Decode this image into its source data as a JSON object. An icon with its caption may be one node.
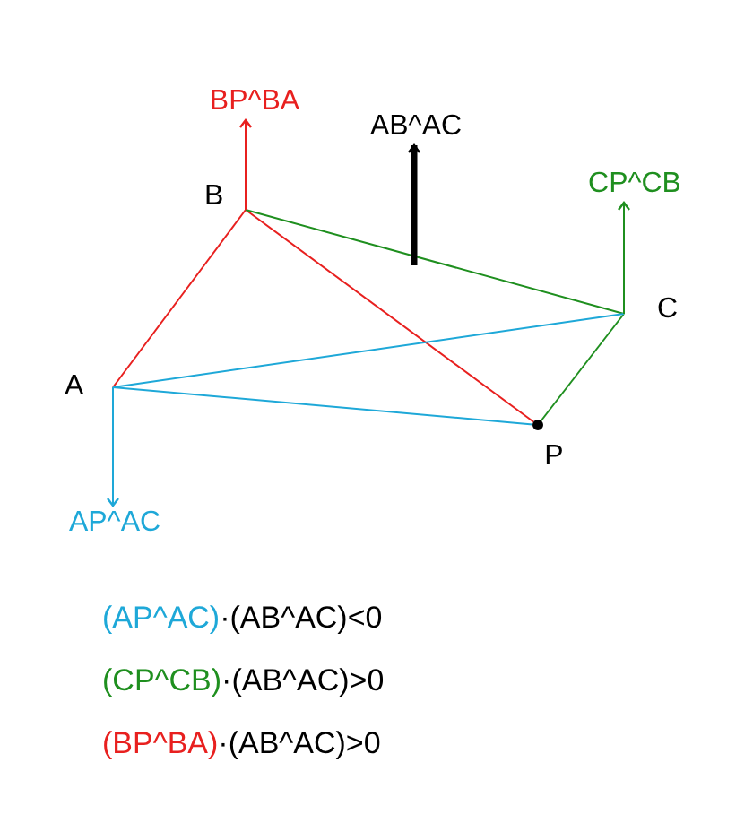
{
  "diagram": {
    "nodes": [
      {
        "text": [
          "A"
        ]
      },
      {
        "text": [
          "B"
        ]
      },
      {
        "text": [
          "C"
        ]
      },
      {
        "text": [],
        "shape": "dot",
        "beside": [
          "P"
        ]
      },
      {
        "text": [
          "BP^BA"
        ]
      },
      {
        "text": [
          "AB^AC"
        ]
      },
      {
        "text": [
          "CP^CB"
        ]
      },
      {
        "text": [
          "AP^AC"
        ]
      }
    ],
    "edges": [
      {
        "from": 0,
        "to": 1,
        "arrow": "none",
        "color": "#e8201f"
      },
      {
        "from": 1,
        "to": 3,
        "arrow": "none",
        "color": "#e8201f"
      },
      {
        "from": 1,
        "to": 2,
        "arrow": "none",
        "color": "#1f8f1f"
      },
      {
        "from": 2,
        "to": 3,
        "arrow": "none",
        "color": "#1f8f1f"
      },
      {
        "from": 0,
        "to": 2,
        "arrow": "none",
        "color": "#1ea8d8"
      },
      {
        "from": 0,
        "to": 3,
        "arrow": "none",
        "color": "#1ea8d8"
      },
      {
        "from": 1,
        "to": 4,
        "arrow": "to",
        "color": "#e8201f"
      },
      {
        "from": null,
        "to": 5,
        "arrow": "to",
        "style": "thick",
        "color": "#000000"
      },
      {
        "from": 2,
        "to": 6,
        "arrow": "to",
        "color": "#1f8f1f"
      },
      {
        "from": 0,
        "to": 7,
        "arrow": "to",
        "color": "#1ea8d8"
      }
    ],
    "labels": [
      "(AP^AC)",
      "·(AB^AC)<0",
      "(CP^CB)",
      "·(AB^AC)>0",
      "(BP^BA)",
      "·(AB^AC)>0"
    ]
  }
}
